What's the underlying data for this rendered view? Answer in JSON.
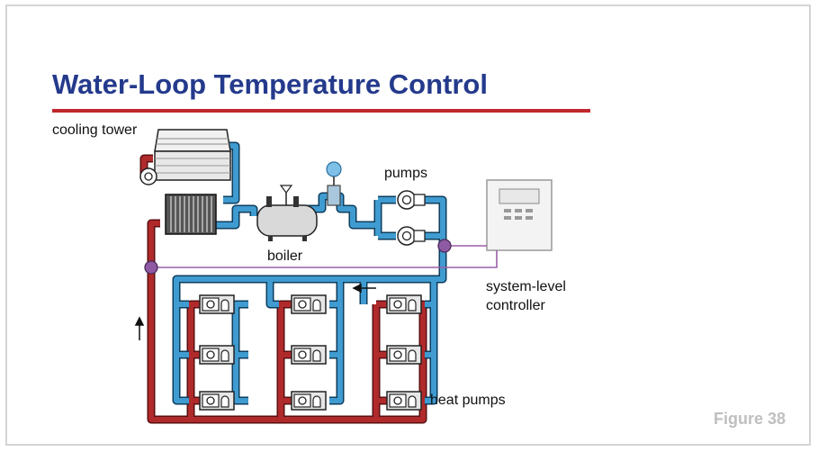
{
  "slide": {
    "title": "Water-Loop Temperature Control",
    "figure_label": "Figure 38"
  },
  "diagram": {
    "labels": {
      "cooling_tower": "cooling tower",
      "pumps": "pumps",
      "boiler": "boiler",
      "controller_line1": "system-level",
      "controller_line2": "controller",
      "heat_pumps": "heat pumps"
    },
    "colors": {
      "supply_pipe": "#2f86b8",
      "return_pipe": "#a82324",
      "control_wire": "#9b5fa8",
      "title": "#243a8c",
      "title_rule": "#c1272d"
    },
    "heat_pump_columns": 3,
    "heat_pumps_per_column": 3
  }
}
